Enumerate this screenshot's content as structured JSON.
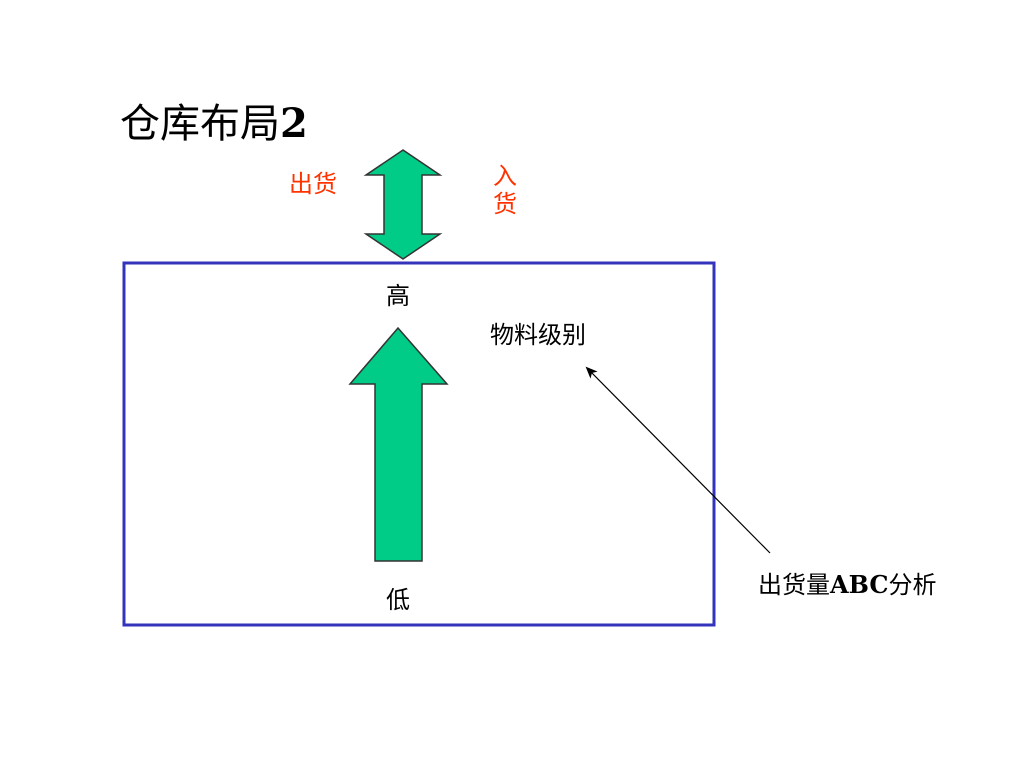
{
  "title": {
    "main": "仓库布局",
    "number": "2"
  },
  "labels": {
    "outbound": "出货",
    "inbound": "入货",
    "high": "高",
    "low": "低",
    "material_level": "物料级别",
    "abc_prefix": "出货量",
    "abc_bold": "ABC",
    "abc_suffix": "分析"
  },
  "colors": {
    "arrow_fill": "#00cc88",
    "arrow_stroke": "#333333",
    "box_border": "#3333bb",
    "label_red": "#ff3300",
    "pointer_line": "#000000"
  }
}
